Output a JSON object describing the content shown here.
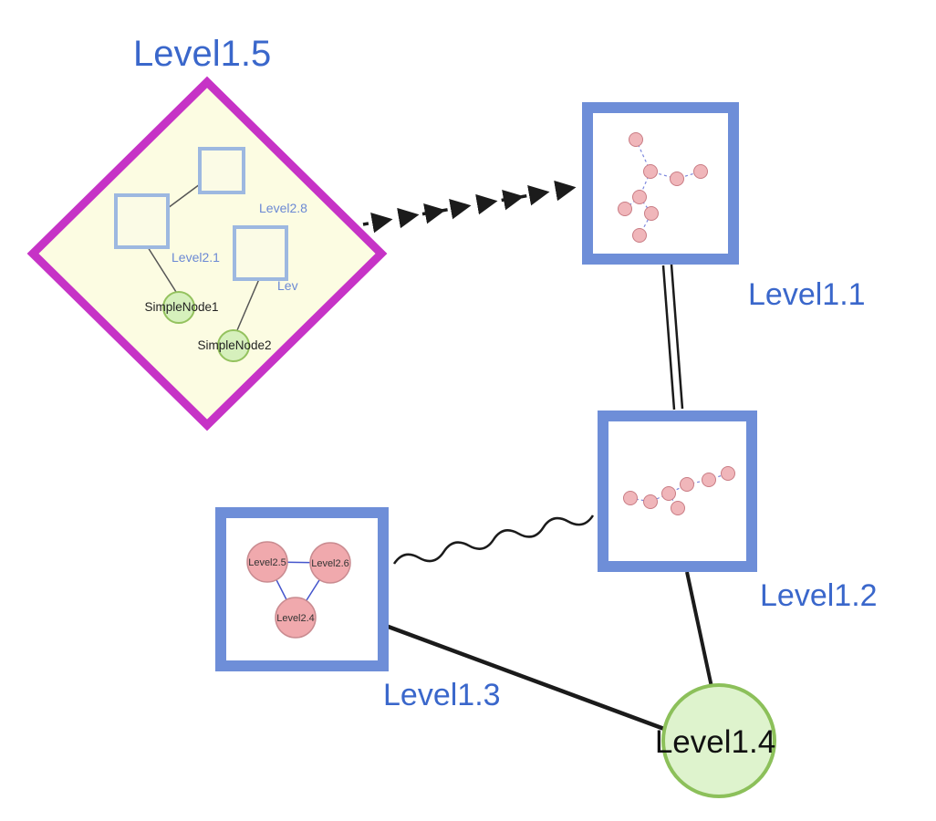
{
  "nodes": {
    "level15": {
      "label": "Level1.5",
      "shape": "diamond"
    },
    "level11": {
      "label": "Level1.1",
      "shape": "group-square"
    },
    "level12": {
      "label": "Level1.2",
      "shape": "group-square"
    },
    "level13": {
      "label": "Level1.3",
      "shape": "group-square"
    },
    "level14": {
      "label": "Level1.4",
      "shape": "circle"
    }
  },
  "level15_contents": {
    "squares": [
      {
        "label": "Level2.8"
      },
      {
        "label": "Level2.1"
      },
      {
        "label": "Lev"
      }
    ],
    "circles": [
      {
        "label": "SimpleNode1"
      },
      {
        "label": "SimpleNode2"
      }
    ]
  },
  "level13_contents": {
    "circles": [
      {
        "label": "Level2.5"
      },
      {
        "label": "Level2.6"
      },
      {
        "label": "Level2.4"
      }
    ]
  },
  "edges": [
    {
      "from": "Level1.5",
      "to": "Level1.1",
      "style": "dashed-multi-arrow"
    },
    {
      "from": "Level1.1",
      "to": "Level1.2",
      "style": "double-line"
    },
    {
      "from": "Level1.3",
      "to": "Level1.2",
      "style": "wavy"
    },
    {
      "from": "Level1.3",
      "to": "Level1.4",
      "style": "solid-thick"
    },
    {
      "from": "Level1.2",
      "to": "Level1.4",
      "style": "solid-thick"
    }
  ],
  "colors": {
    "label_blue": "#3a67cb",
    "diamond_stroke": "#c633c6",
    "diamond_fill": "#fcfce2",
    "group_node_stroke": "#6e8ed8",
    "group_node_fill": "#ffffff",
    "inner_square_stroke": "#9db8e0",
    "green_node_fill": "#d6f0bc",
    "green_node_stroke": "#94c25e",
    "level14_fill": "#def3cd",
    "level14_stroke": "#8cc05a",
    "pink_node_fill": "#f0b6ba",
    "pink_node_stroke": "#c97c84",
    "mini_edge_blue": "#7b86dd",
    "edge_black": "#1b1b1b"
  }
}
